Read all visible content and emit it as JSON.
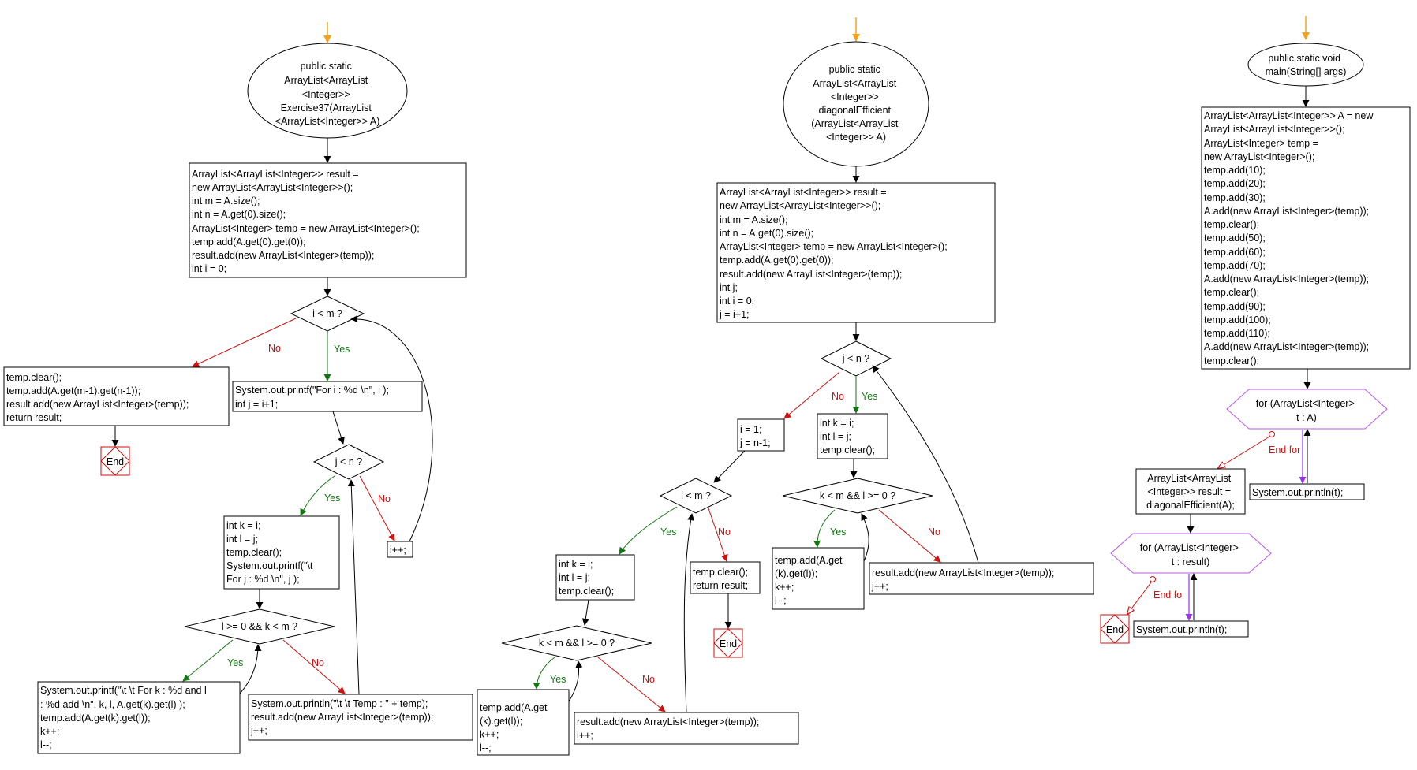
{
  "colors": {
    "start_arrow": "#f5a21a",
    "yes": "#117711",
    "no": "#cc1111",
    "loop": "#9933ee",
    "end": "#cc1111",
    "hexagon": "#bb55ee"
  },
  "labels": {
    "yes": "Yes",
    "no": "No",
    "end": "End",
    "end_for": "End for",
    "end_for_cut": "End fo"
  },
  "ex37": {
    "start": [
      "public static",
      "ArrayList<ArrayList",
      "<Integer>>",
      "Exercise37(ArrayList",
      "<ArrayList<Integer>> A)"
    ],
    "init": [
      "ArrayList<ArrayList<Integer>> result =",
      "new ArrayList<ArrayList<Integer>>();",
      "int m = A.size();",
      "int n = A.get(0).size();",
      "ArrayList<Integer> temp = new ArrayList<Integer>();",
      "temp.add(A.get(0).get(0));",
      "result.add(new ArrayList<Integer>(temp));",
      "int i = 0;"
    ],
    "cond_i": "i < m ?",
    "no_branch": [
      "temp.clear();",
      "temp.add(A.get(m-1).get(n-1));",
      "result.add(new ArrayList<Integer>(temp));",
      "return result;"
    ],
    "yes_branch": [
      "System.out.printf(\"For i : %d \\n\", i );",
      "int j = i+1;"
    ],
    "cond_j": "j < n ?",
    "inc_i": "i++;",
    "j_body": [
      "int k = i;",
      "int l = j;",
      "temp.clear();",
      "System.out.printf(\"\\t",
      "For j : %d \\n\", j );"
    ],
    "cond_kl": "l >= 0 && k < m ?",
    "kl_yes": [
      "System.out.printf(\"\\t \\t For k : %d and l",
      ": %d  add \\n\", k, l, A.get(k).get(l) );",
      "temp.add(A.get(k).get(l));",
      "k++;",
      "l--;"
    ],
    "kl_no": [
      "System.out.println(\"\\t \\t Temp : \" + temp);",
      "result.add(new ArrayList<Integer>(temp));",
      "j++;"
    ]
  },
  "diag": {
    "start": [
      "public static",
      "ArrayList<ArrayList",
      "<Integer>>",
      "diagonalEfficient",
      "(ArrayList<ArrayList",
      "<Integer>> A)"
    ],
    "init": [
      "ArrayList<ArrayList<Integer>> result =",
      "new ArrayList<ArrayList<Integer>>();",
      "int m = A.size();",
      "int n = A.get(0).size();",
      "ArrayList<Integer> temp = new ArrayList<Integer>();",
      "temp.add(A.get(0).get(0));",
      "result.add(new ArrayList<Integer>(temp));",
      "int j;",
      "int i = 0;",
      "j = i+1;"
    ],
    "cond_j": "j < n ?",
    "j_no": [
      "i = 1;",
      "j = n-1;"
    ],
    "cond_i": "i < m ?",
    "i_yes": [
      "int k = i;",
      "int l = j;",
      "temp.clear();"
    ],
    "i_no": [
      "temp.clear();",
      "return result;"
    ],
    "cond_kl2": "k < m && l >= 0 ?",
    "kl2_yes": [
      "temp.add(A.get",
      "(k).get(l));",
      "k++;",
      "l--;"
    ],
    "kl2_no": [
      "result.add(new ArrayList<Integer>(temp));",
      "i++;"
    ],
    "j_yes": [
      "int k = i;",
      "int l = j;",
      "temp.clear();"
    ],
    "cond_kl1": "k < m && l >= 0 ?",
    "kl1_yes": [
      "temp.add(A.get",
      "(k).get(l));",
      "k++;",
      "l--;"
    ],
    "kl1_no": [
      "result.add(new ArrayList<Integer>(temp));",
      "j++;"
    ]
  },
  "main": {
    "start": [
      "public static void",
      "main(String[] args)"
    ],
    "init": [
      "ArrayList<ArrayList<Integer>> A = new",
      "ArrayList<ArrayList<Integer>>();",
      "ArrayList<Integer> temp =",
      "new ArrayList<Integer>();",
      "temp.add(10);",
      "temp.add(20);",
      "temp.add(30);",
      "A.add(new ArrayList<Integer>(temp));",
      "temp.clear();",
      "temp.add(50);",
      "temp.add(60);",
      "temp.add(70);",
      "A.add(new ArrayList<Integer>(temp));",
      "temp.clear();",
      "temp.add(90);",
      "temp.add(100);",
      "temp.add(110);",
      "A.add(new ArrayList<Integer>(temp));",
      "temp.clear();"
    ],
    "for1": [
      "for (ArrayList<Integer>",
      "t : A)"
    ],
    "println1": "System.out.println(t);",
    "result_box": [
      "ArrayList<ArrayList",
      "<Integer>> result =",
      "diagonalEfficient(A);"
    ],
    "for2": [
      "for (ArrayList<Integer>",
      "t : result)"
    ],
    "println2": "System.out.println(t);"
  }
}
